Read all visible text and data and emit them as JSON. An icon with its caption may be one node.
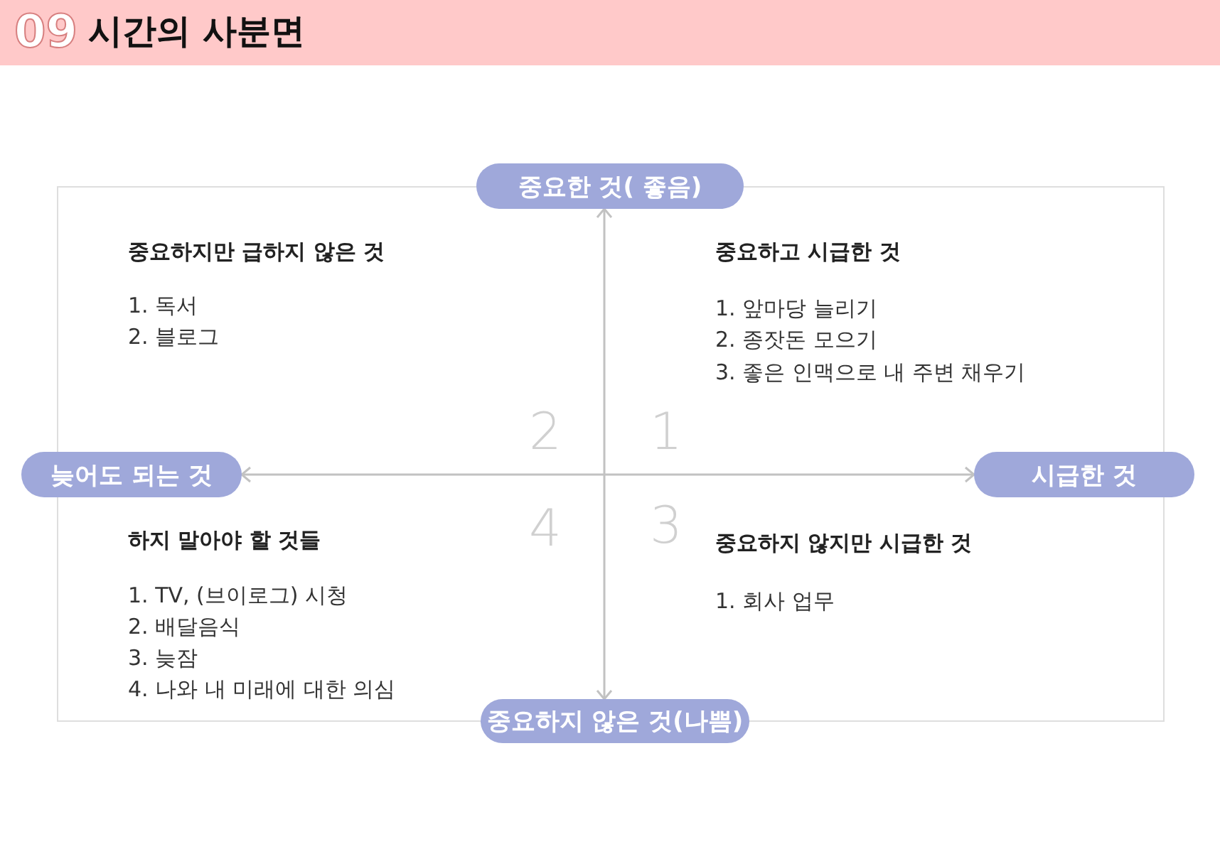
{
  "diagram": {
    "title": "시간의 사분면",
    "nodes": [
      {
        "text": [
          "중요한 것( 좋음)"
        ]
      },
      {
        "text": [
          "늦어도 되는 것"
        ]
      },
      {
        "text": [
          "시급한 것"
        ]
      },
      {
        "text": [
          "중요하지 않은 것(나쁨)"
        ]
      }
    ],
    "edges": [
      {
        "from": 0,
        "to": 3,
        "arrow": "both"
      },
      {
        "from": 1,
        "to": 2,
        "arrow": "both"
      }
    ],
    "labels": [
      "09",
      "중요하지만 급하지 않은 것",
      "1. 독서",
      "2. 블로그",
      "중요하고 시급한 것",
      "1. 앞마당 늘리기",
      "2. 종잣돈 모으기",
      "3. 좋은 인맥으로 내 주변 채우기",
      "2",
      "1",
      "4",
      "3",
      "하지 말아야 할 것들",
      "1. TV, (브이로그) 시청",
      "2. 배달음식",
      "3. 늦잠",
      "4. 나와 내 미래에 대한 의심",
      "중요하지 않지만 시급한 것",
      "1. 회사 업무"
    ]
  }
}
